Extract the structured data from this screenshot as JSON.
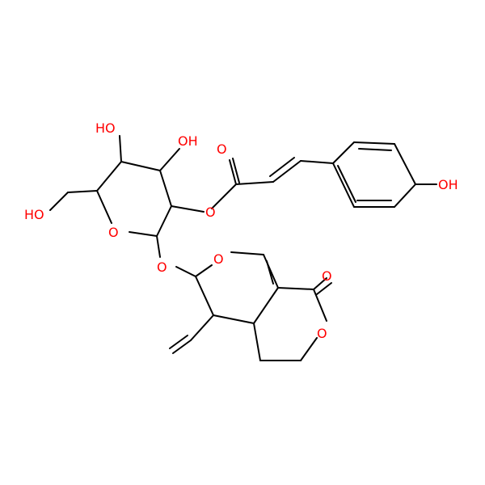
{
  "colors": {
    "background": "#ffffff",
    "bond": "#000000",
    "oxygen": "#ff0000"
  },
  "labels": {
    "ho_top_left": "HO",
    "oh_top_right": "OH",
    "oh_ring_left": "HO",
    "o_pyran": "O",
    "o_glycosidic": "O",
    "o_ester": "O",
    "o_carbonyl": "O",
    "oh_phenol": "OH",
    "o_dihydropyran": "O",
    "o_lactone_carbonyl": "O",
    "o_lactone_ring": "O"
  }
}
